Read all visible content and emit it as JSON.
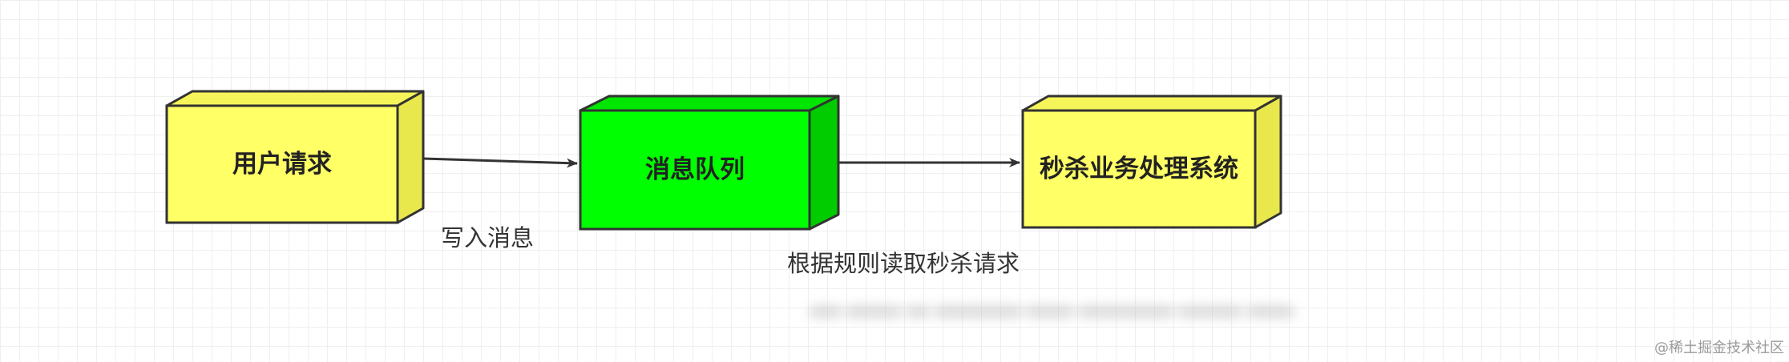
{
  "diagram": {
    "nodes": [
      {
        "id": "user-request",
        "label": "用户请求",
        "color": "#ffff66",
        "side_color": "#e8e84d",
        "top_color": "#f5f55a"
      },
      {
        "id": "message-queue",
        "label": "消息队列",
        "color": "#00ff00",
        "side_color": "#00cc00",
        "top_color": "#00e600"
      },
      {
        "id": "seckill-system",
        "label": "秒杀业务处理系统",
        "color": "#ffff66",
        "side_color": "#e8e84d",
        "top_color": "#f5f55a"
      }
    ],
    "edges": [
      {
        "from": "user-request",
        "to": "message-queue",
        "label": "写入消息"
      },
      {
        "from": "message-queue",
        "to": "seckill-system",
        "label": "根据规则读取秒杀请求"
      }
    ]
  },
  "watermark": "@稀土掘金技术社区"
}
